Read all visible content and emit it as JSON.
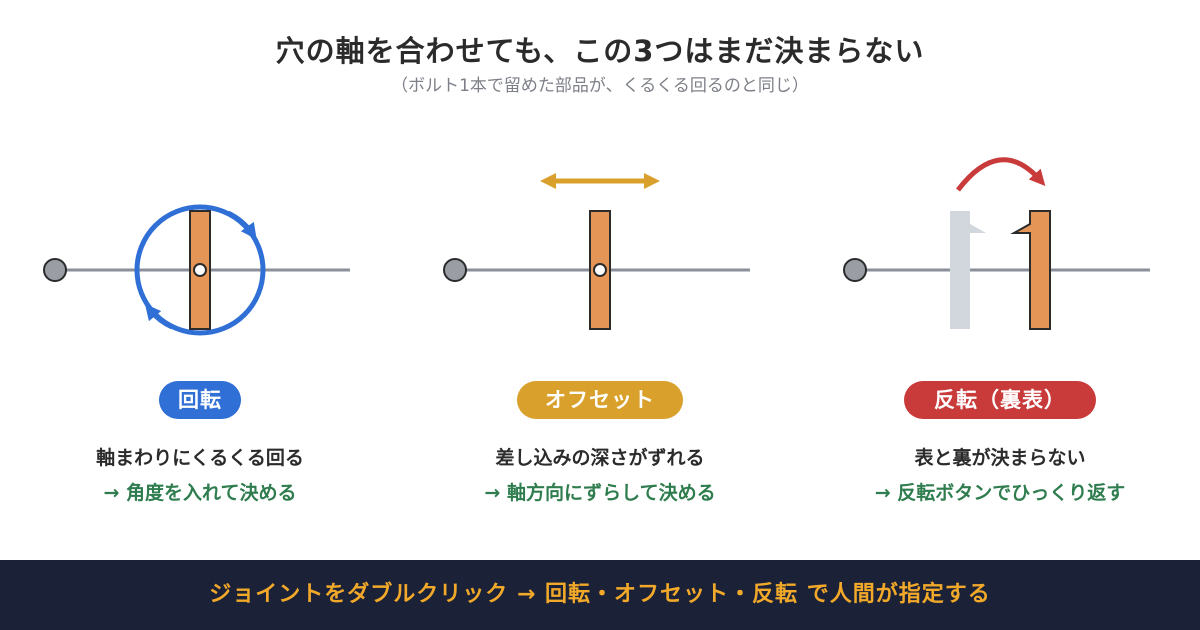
{
  "header": {
    "title": "穴の軸を合わせても、この3つはまだ決まらない",
    "subtitle": "（ボルト1本で留めた部品が、くるくる回るのと同じ）"
  },
  "panels": [
    {
      "badge": "回転",
      "badge_color": "#2f6fd6",
      "desc": "軸まわりにくるくる回る",
      "hint": "→ 角度を入れて決める",
      "arrow_color": "#2f6fd6"
    },
    {
      "badge": "オフセット",
      "badge_color": "#d9a12c",
      "desc": "差し込みの深さがずれる",
      "hint": "→ 軸方向にずらして決める",
      "arrow_color": "#d9a12c"
    },
    {
      "badge": "反転（裏表）",
      "badge_color": "#c93a3a",
      "desc": "表と裏が決まらない",
      "hint": "→ 反転ボタンでひっくり返す",
      "arrow_color": "#c93a3a"
    }
  ],
  "colors": {
    "part_fill": "#e59556",
    "part_stroke": "#2b2b2b",
    "ghost_fill": "#d2d6dd",
    "axis_line": "#8b8f99",
    "hinge_fill": "#9a9da4",
    "hint_text": "#2f7d4f",
    "footer_bg": "#1b2137",
    "footer_text": "#f2a92a"
  },
  "footer": {
    "text": "ジョイントをダブルクリック → 回転・オフセット・反転 で人間が指定する"
  }
}
